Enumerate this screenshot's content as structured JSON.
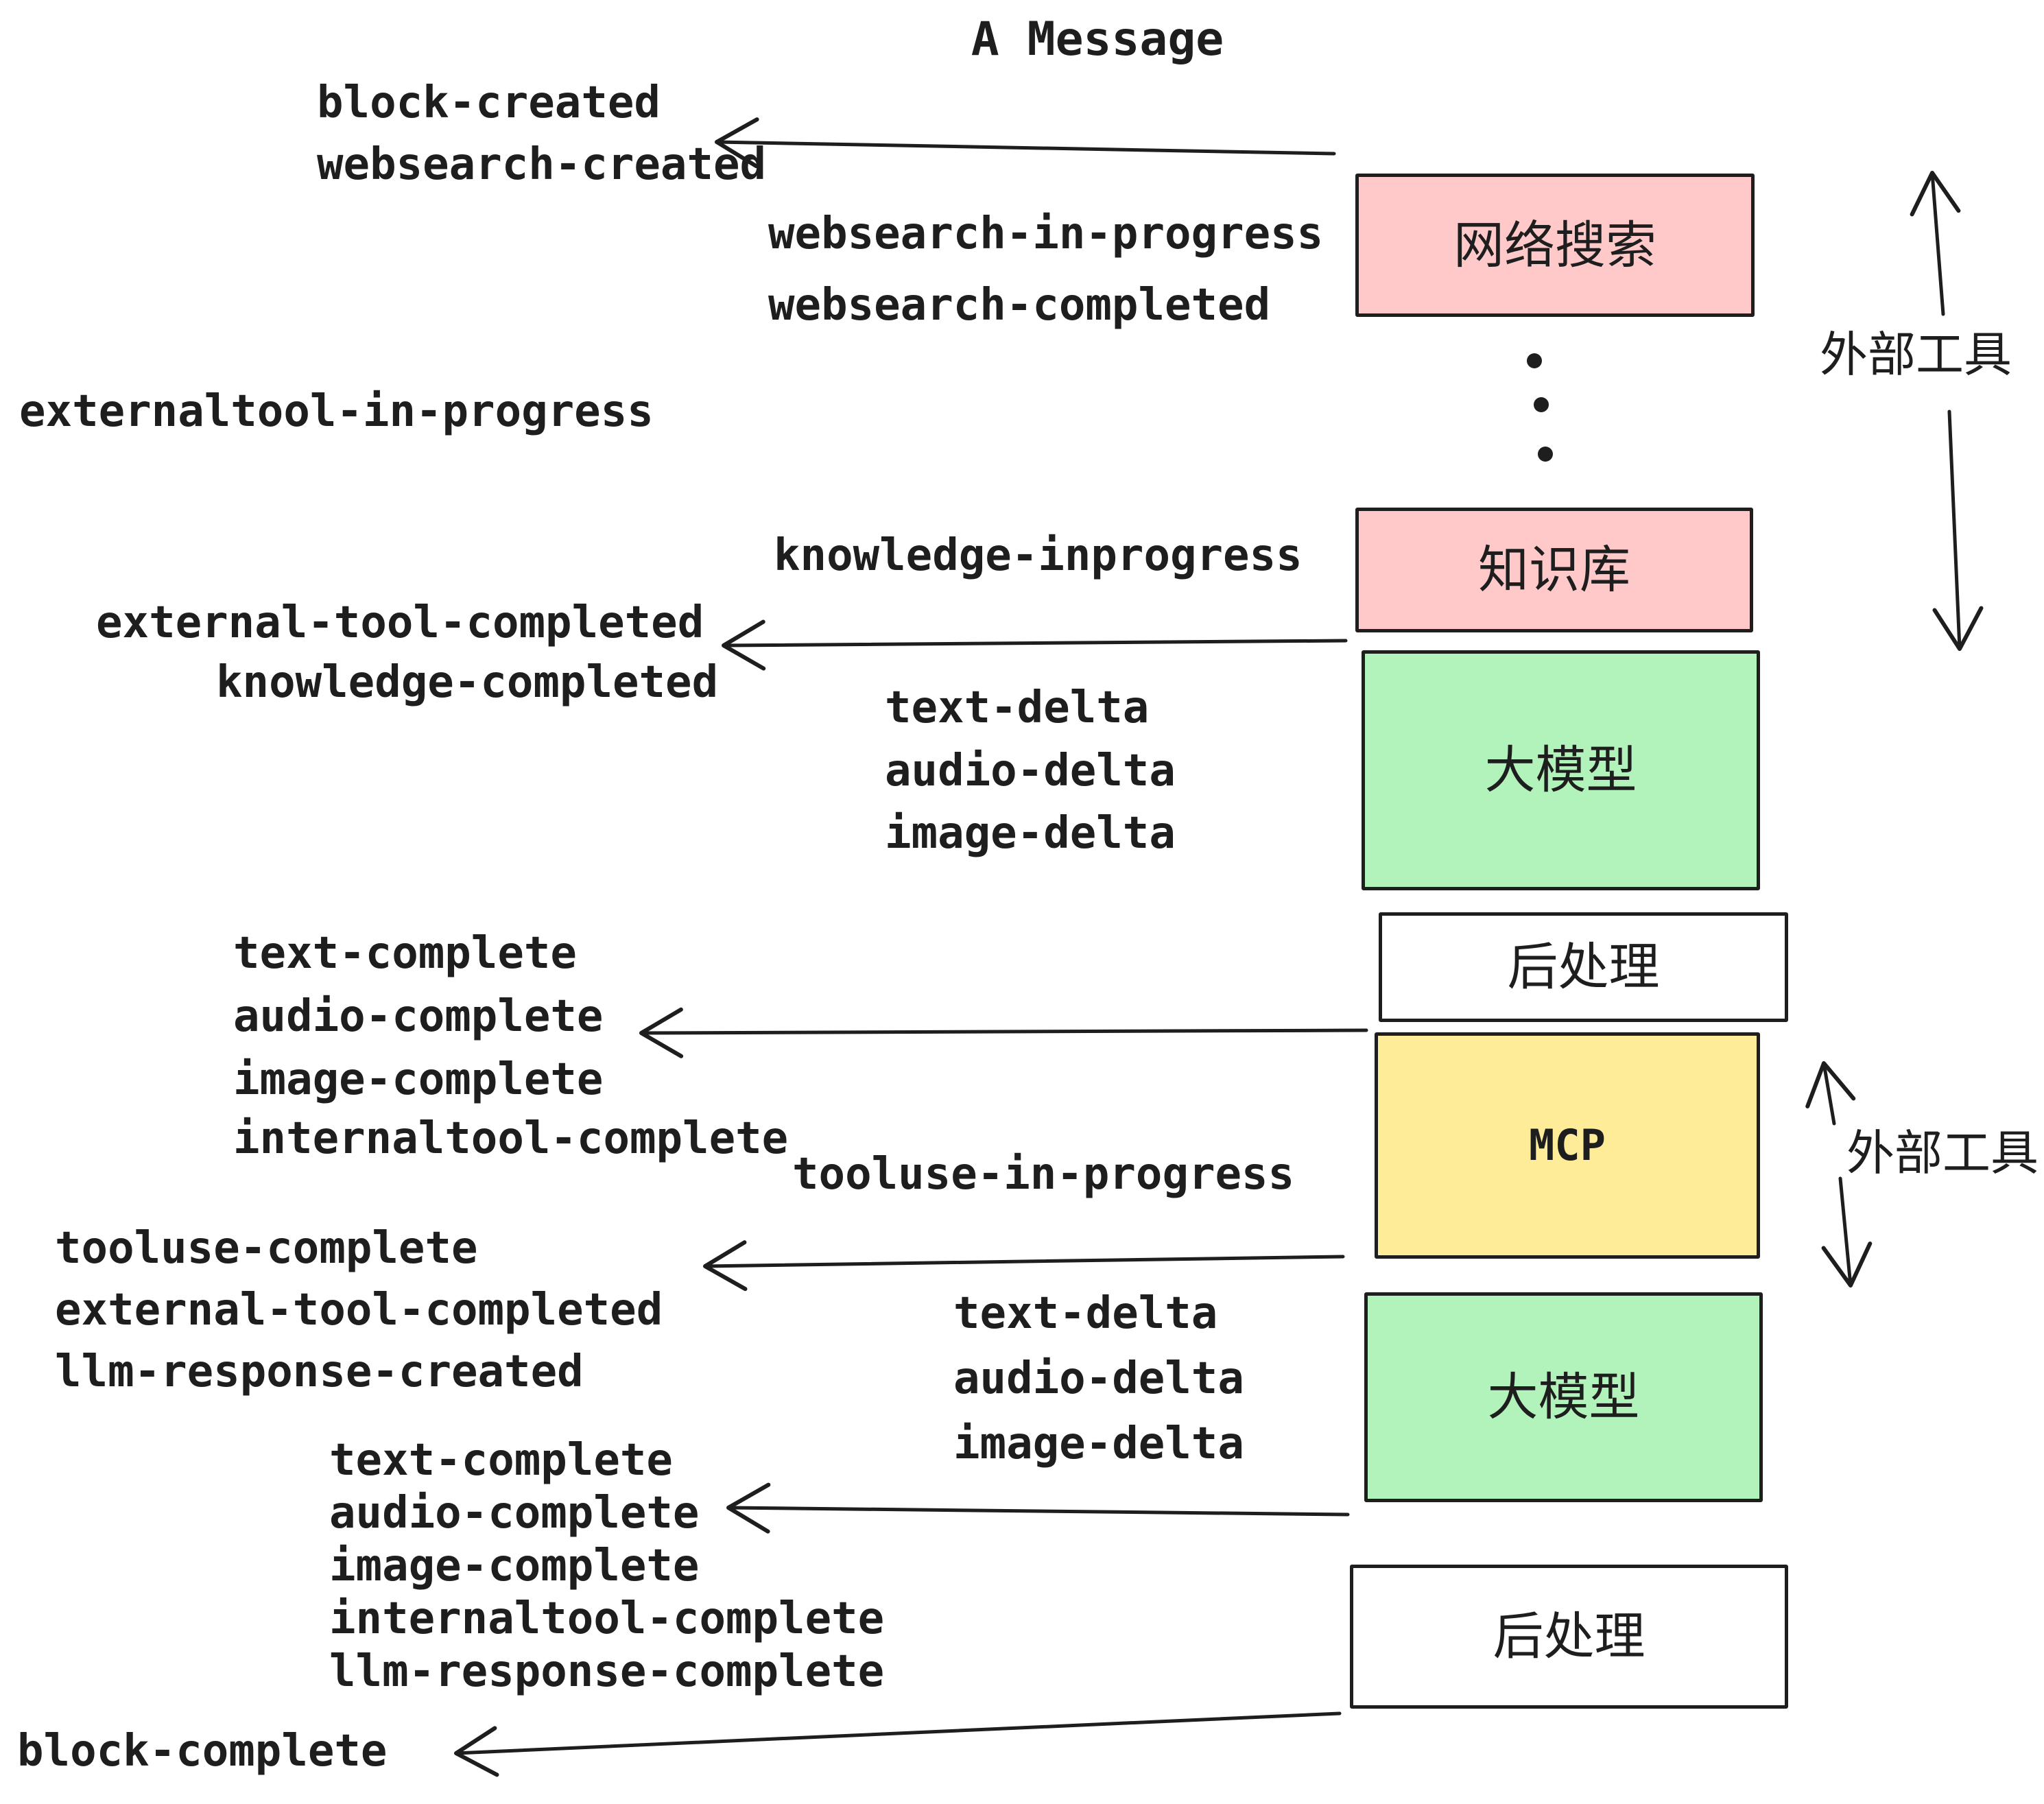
{
  "title": "A Message",
  "colors": {
    "stroke": "#1e1e1e",
    "box_pink": "#ffc9c9",
    "box_green": "#b2f2bb",
    "box_yellow": "#ffec99",
    "box_white": "#ffffff",
    "background": "#ffffff"
  },
  "boxes": [
    {
      "id": "websearch",
      "label": "网络搜索",
      "color": "#ffc9c9"
    },
    {
      "id": "knowledge",
      "label": "知识库",
      "color": "#ffc9c9"
    },
    {
      "id": "llm-1",
      "label": "大模型",
      "color": "#b2f2bb"
    },
    {
      "id": "postprocess-1",
      "label": "后处理",
      "color": "#ffffff"
    },
    {
      "id": "mcp",
      "label": "MCP",
      "color": "#ffec99"
    },
    {
      "id": "llm-2",
      "label": "大模型",
      "color": "#b2f2bb"
    },
    {
      "id": "postprocess-2",
      "label": "后处理",
      "color": "#ffffff"
    }
  ],
  "side_labels": [
    {
      "id": "external-tools-1",
      "label": "外部工具"
    },
    {
      "id": "external-tools-2",
      "label": "外部工具"
    }
  ],
  "events": [
    {
      "id": "block-created",
      "text": "block-created"
    },
    {
      "id": "websearch-created",
      "text": "websearch-created"
    },
    {
      "id": "websearch-in-progress",
      "text": "websearch-in-progress"
    },
    {
      "id": "websearch-completed",
      "text": "websearch-completed"
    },
    {
      "id": "externaltool-in-progress",
      "text": "externaltool-in-progress"
    },
    {
      "id": "knowledge-inprogress",
      "text": "knowledge-inprogress"
    },
    {
      "id": "external-tool-completed",
      "text": "external-tool-completed"
    },
    {
      "id": "knowledge-completed",
      "text": "knowledge-completed"
    },
    {
      "id": "text-delta",
      "text": "text-delta"
    },
    {
      "id": "audio-delta",
      "text": "audio-delta"
    },
    {
      "id": "image-delta",
      "text": "image-delta"
    },
    {
      "id": "text-complete",
      "text": "text-complete"
    },
    {
      "id": "audio-complete",
      "text": "audio-complete"
    },
    {
      "id": "image-complete",
      "text": "image-complete"
    },
    {
      "id": "internaltool-complete",
      "text": "internaltool-complete"
    },
    {
      "id": "tooluse-in-progress",
      "text": "tooluse-in-progress"
    },
    {
      "id": "tooluse-complete",
      "text": "tooluse-complete"
    },
    {
      "id": "external-tool-completed-2",
      "text": "external-tool-completed"
    },
    {
      "id": "llm-response-created",
      "text": "llm-response-created"
    },
    {
      "id": "text-delta-2",
      "text": "text-delta"
    },
    {
      "id": "audio-delta-2",
      "text": "audio-delta"
    },
    {
      "id": "image-delta-2",
      "text": "image-delta"
    },
    {
      "id": "text-complete-2",
      "text": "text-complete"
    },
    {
      "id": "audio-complete-2",
      "text": "audio-complete"
    },
    {
      "id": "image-complete-2",
      "text": "image-complete"
    },
    {
      "id": "internaltool-complete-2",
      "text": "internaltool-complete"
    },
    {
      "id": "llm-response-complete",
      "text": "llm-response-complete"
    },
    {
      "id": "block-complete",
      "text": "block-complete"
    }
  ]
}
